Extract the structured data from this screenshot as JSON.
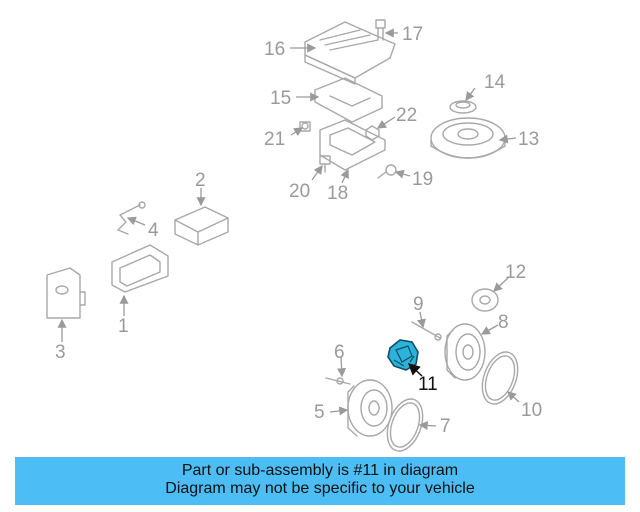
{
  "diagram": {
    "callouts": [
      "1",
      "2",
      "3",
      "4",
      "5",
      "6",
      "7",
      "8",
      "9",
      "10",
      "11",
      "12",
      "13",
      "14",
      "15",
      "16",
      "17",
      "18",
      "19",
      "20",
      "21",
      "22"
    ],
    "highlighted_part": "11",
    "highlight_color": "#2bb3d9"
  },
  "banner": {
    "line1": "Part or sub-assembly is #11 in diagram",
    "line2": "Diagram may not be specific to your vehicle",
    "background": "#4dbdf5"
  }
}
